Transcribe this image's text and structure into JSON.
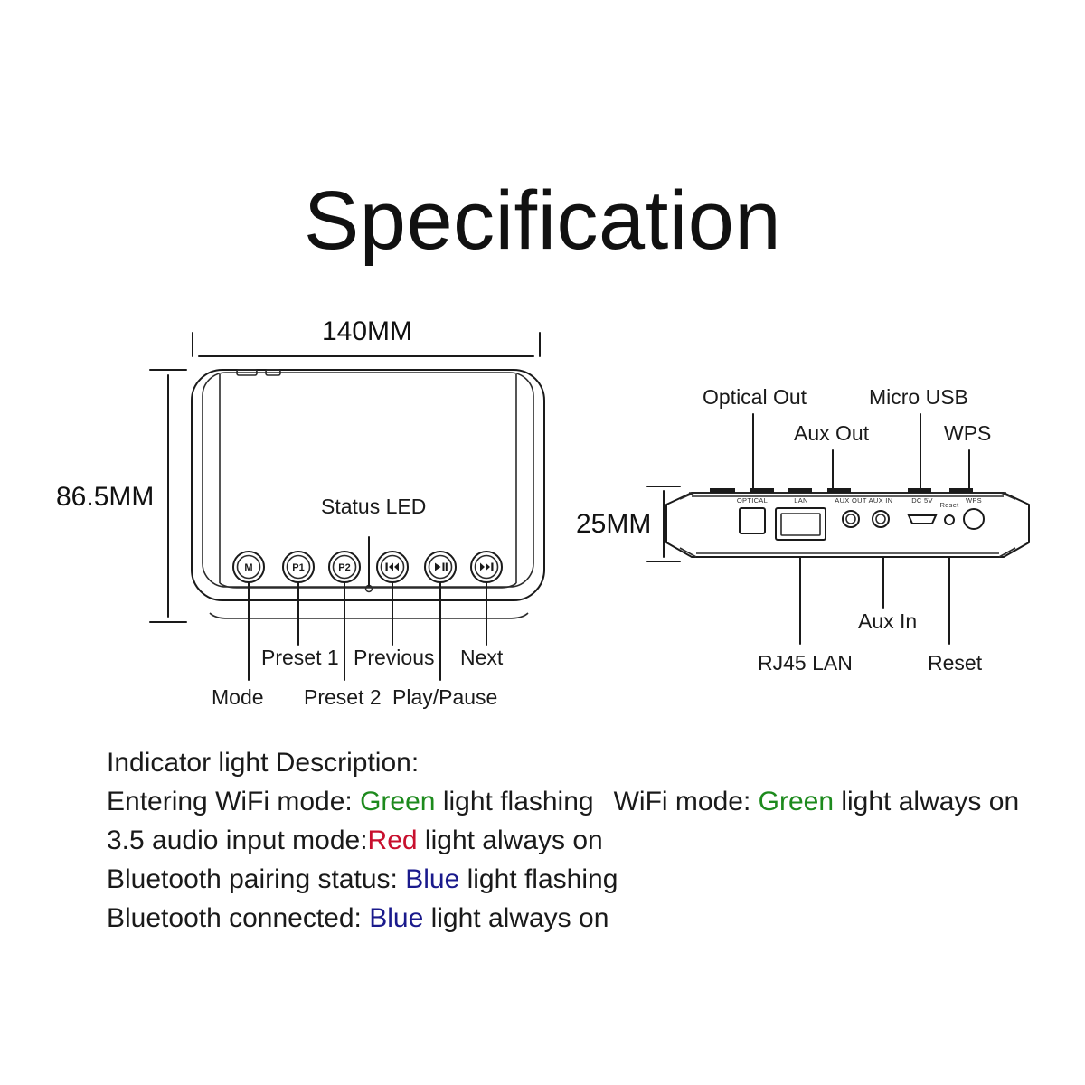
{
  "page": {
    "title": "Specification"
  },
  "front_view": {
    "name": "front-panel-diagram",
    "dimensions": {
      "width_label": "140MM",
      "height_label": "86.5MM"
    },
    "status_led_label": "Status LED",
    "buttons": [
      {
        "id": "mode",
        "face": "M",
        "label": "Mode"
      },
      {
        "id": "preset1",
        "face": "P1",
        "label": "Preset 1"
      },
      {
        "id": "preset2",
        "face": "P2",
        "label": "Preset 2"
      },
      {
        "id": "previous",
        "face": "|<<",
        "label": "Previous"
      },
      {
        "id": "play-pause",
        "face": ">||",
        "label": "Play/Pause"
      },
      {
        "id": "next",
        "face": ">>|",
        "label": "Next"
      }
    ]
  },
  "rear_view": {
    "name": "rear-panel-diagram",
    "dimensions": {
      "depth_label": "25MM"
    },
    "callouts_top": [
      {
        "id": "optical-out",
        "label": "Optical Out"
      },
      {
        "id": "aux-out",
        "label": "Aux Out"
      },
      {
        "id": "micro-usb",
        "label": "Micro USB"
      },
      {
        "id": "wps",
        "label": "WPS"
      }
    ],
    "callouts_bottom": [
      {
        "id": "rj45-lan",
        "label": "RJ45 LAN"
      },
      {
        "id": "aux-in",
        "label": "Aux In"
      },
      {
        "id": "reset",
        "label": "Reset"
      }
    ],
    "port_marks": [
      {
        "id": "optical",
        "text": "OPTICAL"
      },
      {
        "id": "lan",
        "text": "LAN"
      },
      {
        "id": "aux-out",
        "text": "AUX OUT"
      },
      {
        "id": "aux-in",
        "text": "AUX IN"
      },
      {
        "id": "dc5v",
        "text": "DC 5V"
      },
      {
        "id": "reset",
        "text": "Reset"
      },
      {
        "id": "wps",
        "text": "WPS"
      }
    ]
  },
  "indicator": {
    "heading": "Indicator light Description:",
    "lines": [
      {
        "id": "entering-wifi",
        "segments": [
          {
            "text": "Entering WiFi mode: ",
            "color": "default"
          },
          {
            "text": "Green",
            "color": "green"
          },
          {
            "text": " light flashing",
            "color": "default"
          }
        ]
      },
      {
        "id": "wifi-mode",
        "segments": [
          {
            "text": "WiFi mode: ",
            "color": "default"
          },
          {
            "text": "Green",
            "color": "green"
          },
          {
            "text": " light always on",
            "color": "default"
          }
        ]
      },
      {
        "id": "audio-input",
        "segments": [
          {
            "text": "3.5 audio input mode:",
            "color": "default"
          },
          {
            "text": "Red",
            "color": "red"
          },
          {
            "text": " light always on",
            "color": "default"
          }
        ]
      },
      {
        "id": "bt-pairing",
        "segments": [
          {
            "text": "Bluetooth pairing status: ",
            "color": "default"
          },
          {
            "text": "Blue",
            "color": "blue"
          },
          {
            "text": " light flashing",
            "color": "default"
          }
        ]
      },
      {
        "id": "bt-connected",
        "segments": [
          {
            "text": "Bluetooth connected: ",
            "color": "default"
          },
          {
            "text": "Blue",
            "color": "blue"
          },
          {
            "text": " light always on",
            "color": "default"
          }
        ]
      }
    ]
  },
  "colors": {
    "green": "#1d8a1d",
    "red": "#c8102e",
    "blue": "#1a1a8c",
    "ink": "#1a1a1a",
    "background": "#ffffff"
  }
}
